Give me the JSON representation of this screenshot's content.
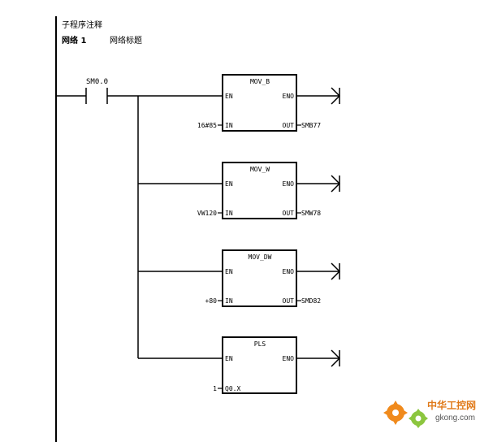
{
  "header": {
    "subroutine_comment": "子程序注释",
    "network_label": "网络 1",
    "network_title": "网络标题"
  },
  "contact": {
    "label": "SM0.0"
  },
  "blocks": [
    {
      "title": "MOV_B",
      "en": "EN",
      "eno": "ENO",
      "in_pin": "IN",
      "out_pin": "OUT",
      "in_operand": "16#85",
      "out_operand": "SMB77"
    },
    {
      "title": "MOV_W",
      "en": "EN",
      "eno": "ENO",
      "in_pin": "IN",
      "out_pin": "OUT",
      "in_operand": "VW120",
      "out_operand": "SMW78"
    },
    {
      "title": "MOV_DW",
      "en": "EN",
      "eno": "ENO",
      "in_pin": "IN",
      "out_pin": "OUT",
      "in_operand": "+80",
      "out_operand": "SMD82"
    },
    {
      "title": "PLS",
      "en": "EN",
      "eno": "ENO",
      "in_pin": "",
      "out_pin": "",
      "in_operand": "1",
      "out_operand": "Q0.X"
    }
  ],
  "watermark": {
    "site_name": "中华工控网",
    "domain": "gkong.com",
    "accent": "#f08a1c",
    "accent2": "#8cc63f",
    "text_color": "#e07a1a"
  }
}
